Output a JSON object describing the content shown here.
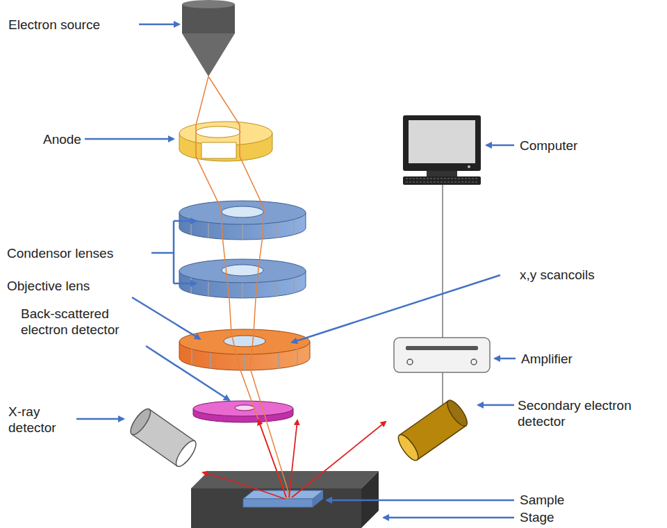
{
  "diagram": {
    "labels": [
      "Electron source",
      "Anode",
      "Computer",
      "Condensor lenses",
      "x,y scancoils",
      "Objective lens",
      "Back-scattered electron detector",
      "Amplifier",
      "X-ray detector",
      "Secondary electron detector",
      "Sample",
      "Stage"
    ]
  }
}
